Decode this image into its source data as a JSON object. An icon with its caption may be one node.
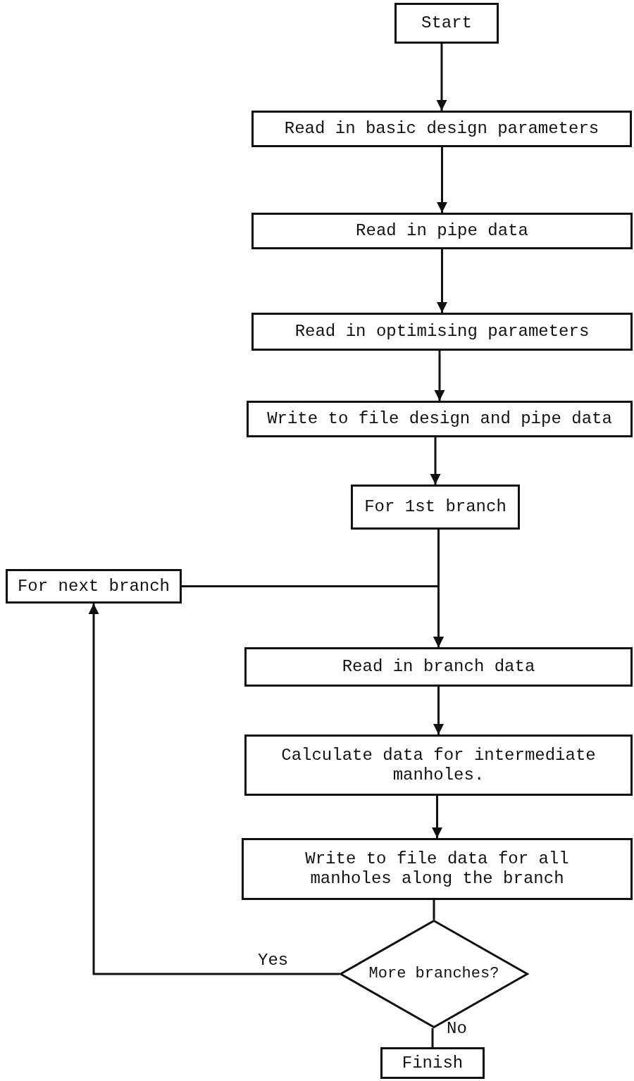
{
  "diagram": {
    "nodes": [
      {
        "text": [
          "Start"
        ]
      },
      {
        "text": [
          "Read in basic design parameters"
        ]
      },
      {
        "text": [
          "Read in pipe data"
        ]
      },
      {
        "text": [
          "Read in optimising parameters"
        ]
      },
      {
        "text": [
          "Write to file design and pipe data"
        ]
      },
      {
        "text": [
          "For 1st branch"
        ]
      },
      {
        "text": [
          "For next branch"
        ]
      },
      {
        "text": [
          "Read in branch data"
        ]
      },
      {
        "text": [
          "Calculate data for intermediate manholes."
        ]
      },
      {
        "text": [
          "Write to file data for all manholes along the branch"
        ]
      },
      {
        "text": [
          "More branches?"
        ]
      },
      {
        "text": [
          "Finish"
        ]
      }
    ],
    "edges": [
      {
        "from": 0,
        "to": 1,
        "arrow": "to"
      },
      {
        "from": 1,
        "to": 2,
        "arrow": "to"
      },
      {
        "from": 2,
        "to": 3,
        "arrow": "to"
      },
      {
        "from": 3,
        "to": 4,
        "arrow": "to"
      },
      {
        "from": 4,
        "to": 5,
        "arrow": "to"
      },
      {
        "from": 5,
        "to": 7,
        "arrow": "to"
      },
      {
        "from": 6,
        "to": 7,
        "arrow": "to"
      },
      {
        "from": 7,
        "to": 8,
        "arrow": "to"
      },
      {
        "from": 8,
        "to": 9,
        "arrow": "to"
      },
      {
        "from": 9,
        "to": 10,
        "arrow": "none"
      },
      {
        "from": 10,
        "to": 6,
        "arrow": "to",
        "label": "Yes"
      },
      {
        "from": 10,
        "to": 11,
        "arrow": "none",
        "label": "No"
      }
    ]
  }
}
